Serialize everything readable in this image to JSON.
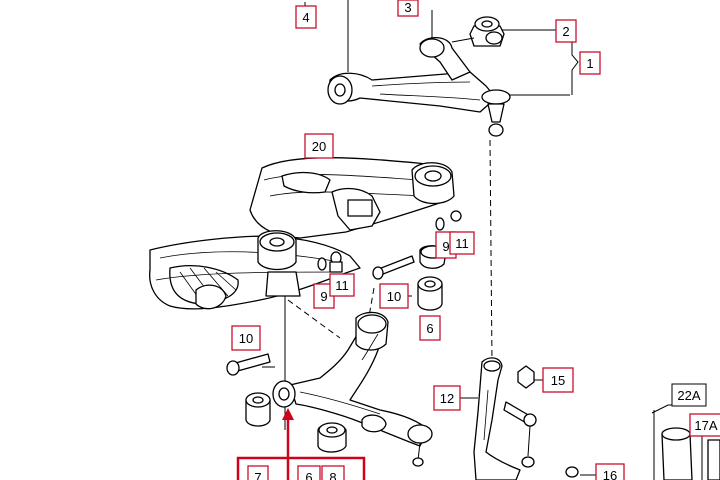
{
  "callouts": [
    {
      "id": "c1",
      "text": "1"
    },
    {
      "id": "c2",
      "text": "2"
    },
    {
      "id": "c3",
      "text": "3"
    },
    {
      "id": "c4",
      "text": "4"
    },
    {
      "id": "c20",
      "text": "20"
    },
    {
      "id": "c9a",
      "text": "9"
    },
    {
      "id": "c11a",
      "text": "11"
    },
    {
      "id": "c9b",
      "text": "9"
    },
    {
      "id": "c11b",
      "text": "11"
    },
    {
      "id": "c10a",
      "text": "10"
    },
    {
      "id": "c6a",
      "text": "6"
    },
    {
      "id": "c10b",
      "text": "10"
    },
    {
      "id": "c15",
      "text": "15"
    },
    {
      "id": "c12",
      "text": "12"
    },
    {
      "id": "c22a",
      "text": "22A"
    },
    {
      "id": "c17a",
      "text": "17A"
    },
    {
      "id": "c16",
      "text": "16"
    },
    {
      "id": "c7",
      "text": "7"
    },
    {
      "id": "c6b",
      "text": "6"
    },
    {
      "id": "c8",
      "text": "8"
    }
  ],
  "colors": {
    "callout_border": "#c8102e",
    "highlight": "#d0021b",
    "line": "#000000"
  }
}
